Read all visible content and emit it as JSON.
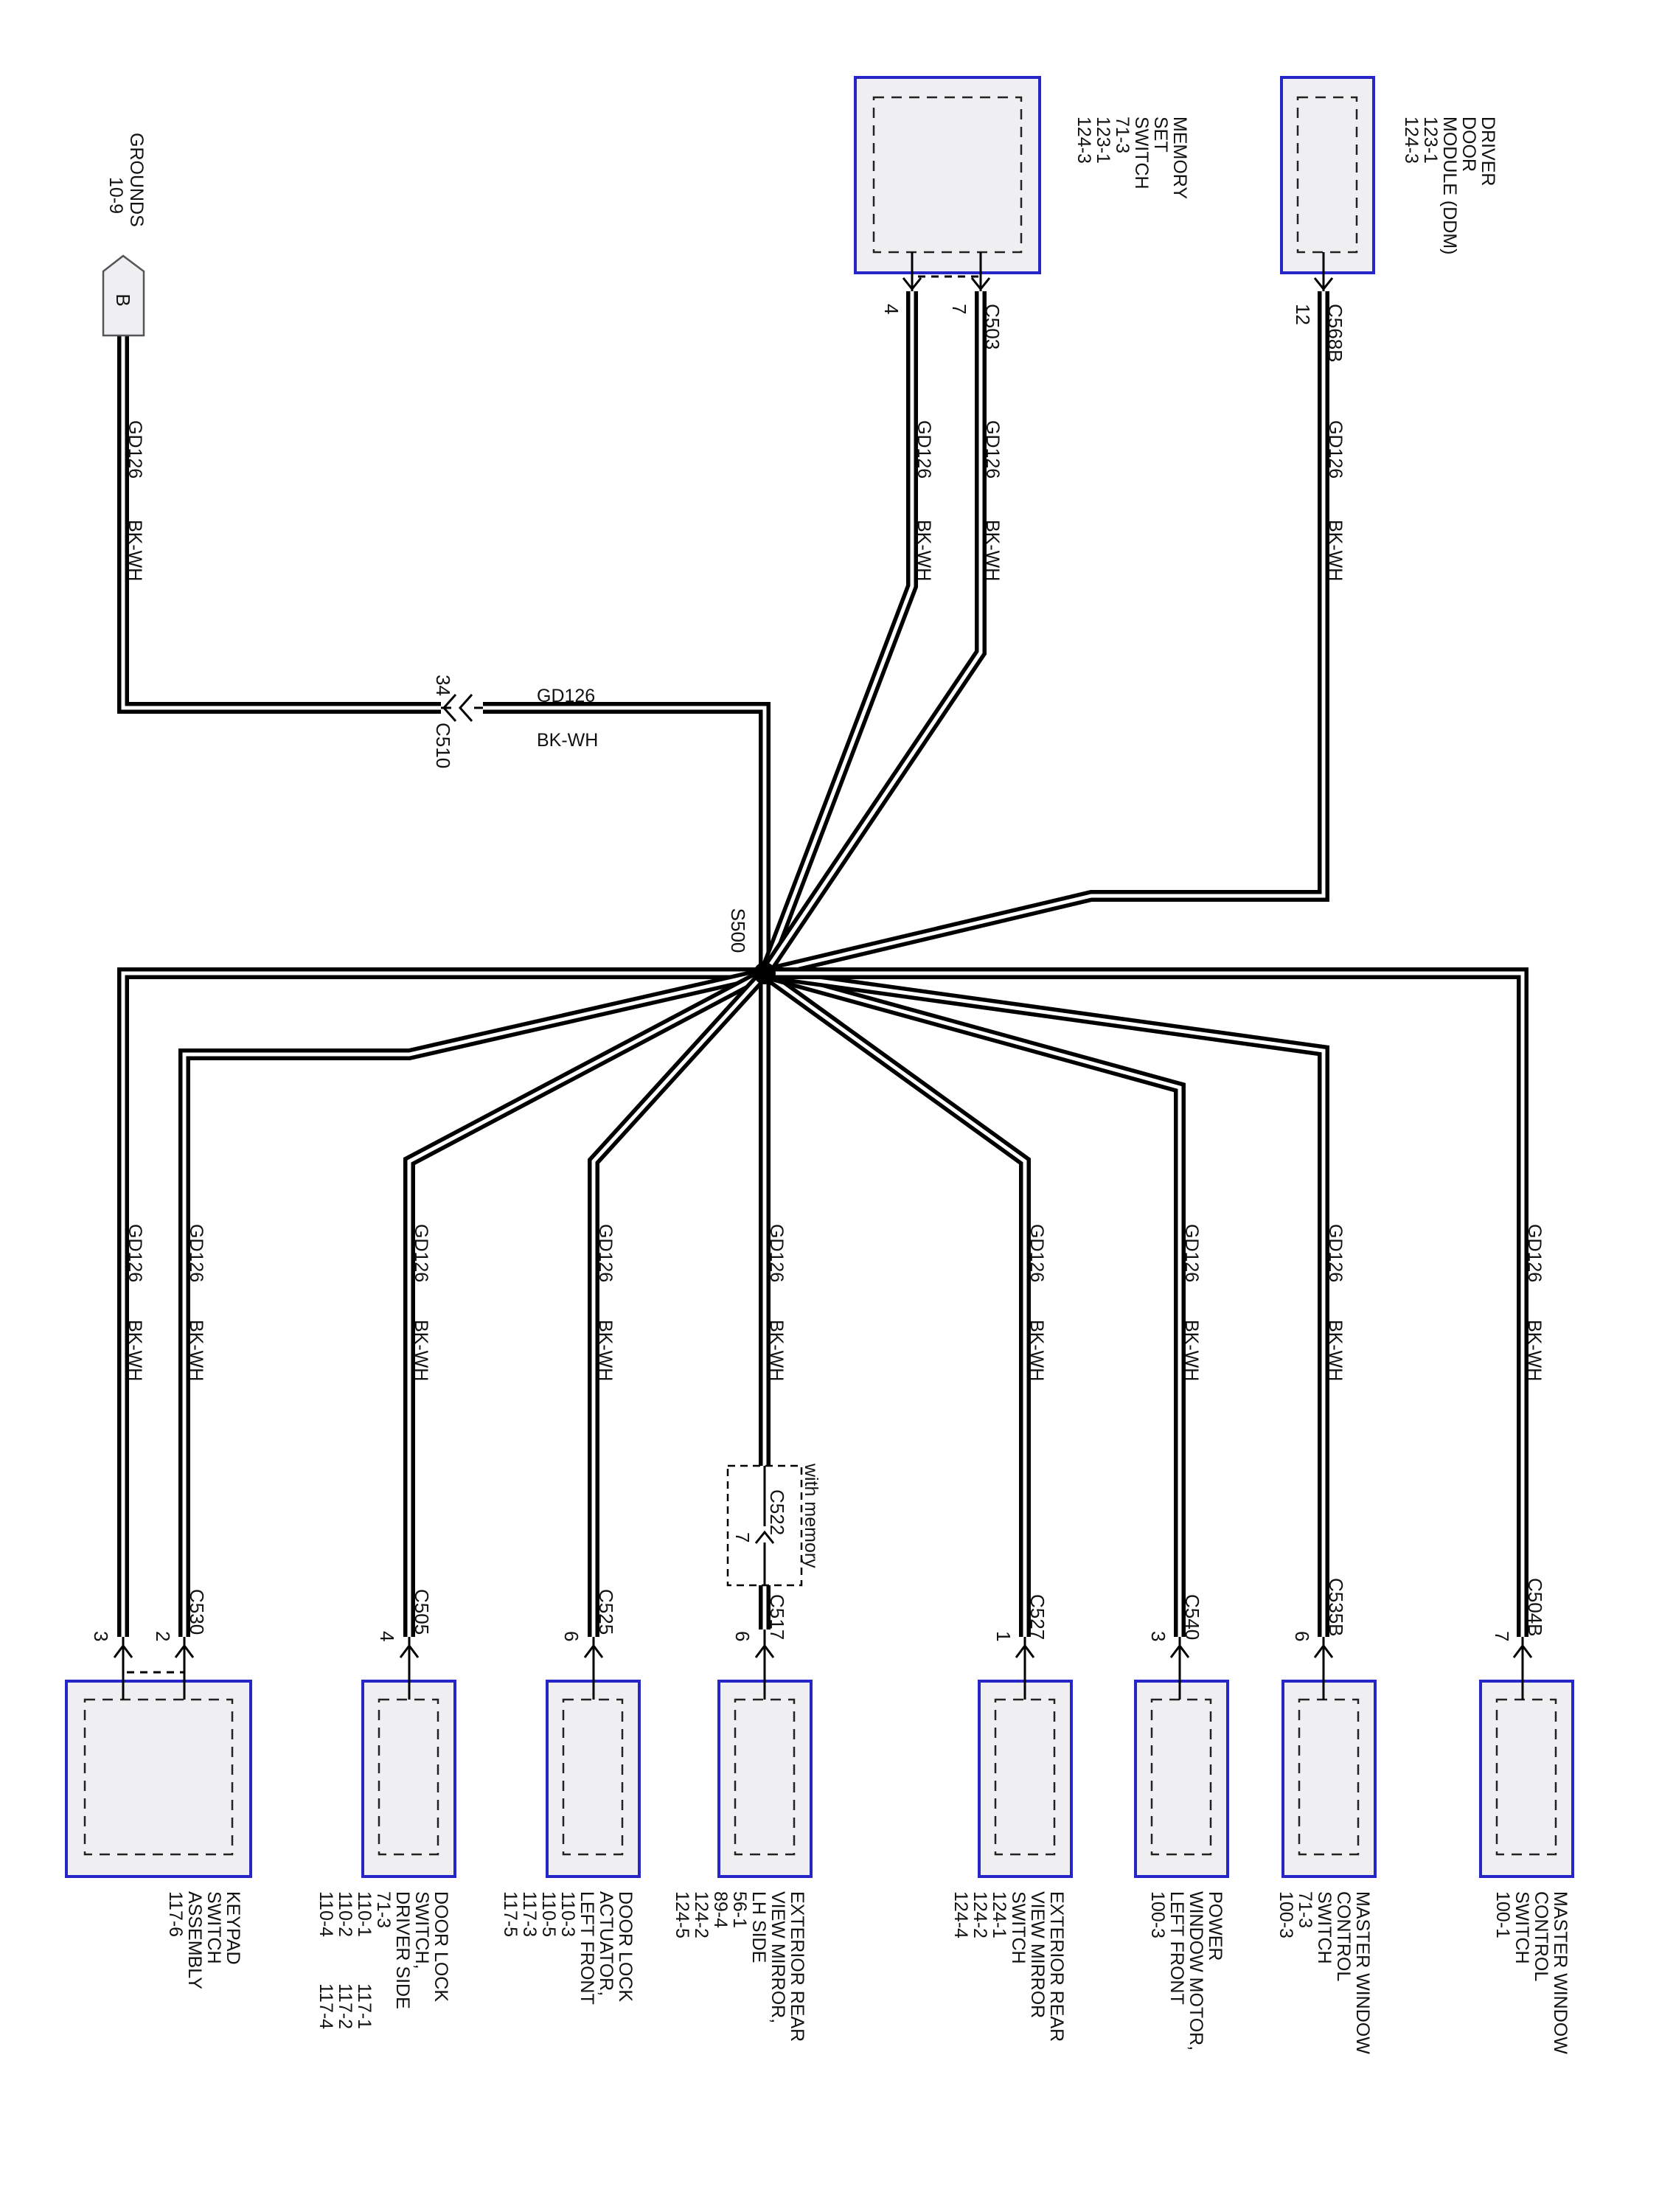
{
  "colors": {
    "wire": "#000000",
    "component_border": "#2525c8",
    "component_fill": "#efeff1"
  },
  "wire": {
    "circuit": "GD126",
    "color": "BK-WH"
  },
  "splice": {
    "name": "S500"
  },
  "ground": {
    "symbol": "B",
    "lines": [
      "GROUNDS",
      "10-9"
    ]
  },
  "inline_connector": {
    "name": "C510",
    "pin": "34"
  },
  "components": [
    {
      "id": "memory-set-switch",
      "lines": [
        "MEMORY",
        "SET",
        "SWITCH",
        "71-3",
        "123-1",
        "124-3"
      ],
      "connector": "C503",
      "pins": [
        "4",
        "7"
      ]
    },
    {
      "id": "driver-door-module",
      "lines": [
        "DRIVER",
        "DOOR",
        "MODULE (DDM)",
        "123-1",
        "124-3"
      ],
      "connector": "C568B",
      "pins": [
        "12"
      ]
    },
    {
      "id": "keypad-switch-assembly",
      "lines": [
        "KEYPAD",
        "SWITCH",
        "ASSEMBLY",
        "117-6"
      ],
      "connector": "C530",
      "pins": [
        "3",
        "2"
      ]
    },
    {
      "id": "door-lock-switch-driver-side",
      "lines": [
        "DOOR LOCK",
        "SWITCH,",
        "DRIVER SIDE",
        "71-3",
        "110-1",
        "110-2",
        "110-4"
      ],
      "lines2": [
        "117-1",
        "117-2",
        "117-4"
      ],
      "connector": "C505",
      "pins": [
        "4"
      ]
    },
    {
      "id": "door-lock-actuator-left-front",
      "lines": [
        "DOOR LOCK",
        "ACTUATOR,",
        "LEFT FRONT",
        "110-3",
        "110-5",
        "117-3",
        "117-5"
      ],
      "connector": "C525",
      "pins": [
        "6"
      ]
    },
    {
      "id": "exterior-rear-view-mirror-lh-side",
      "lines": [
        "EXTERIOR REAR",
        "VIEW MIRROR,",
        "LH SIDE",
        "56-1",
        "89-4",
        "124-2",
        "124-5"
      ],
      "connector": "C517",
      "pins": [
        "6"
      ],
      "extra_connector": {
        "name": "C522",
        "pin": "7",
        "note": "with memory"
      }
    },
    {
      "id": "exterior-rear-view-mirror-switch",
      "lines": [
        "EXTERIOR REAR",
        "VIEW MIRROR",
        "SWITCH",
        "124-1",
        "124-2",
        "124-4"
      ],
      "connector": "C527",
      "pins": [
        "1"
      ]
    },
    {
      "id": "power-window-motor-left-front",
      "lines": [
        "POWER",
        "WINDOW MOTOR,",
        "LEFT FRONT",
        "100-3"
      ],
      "connector": "C540",
      "pins": [
        "3"
      ]
    },
    {
      "id": "master-window-control-switch-a",
      "lines": [
        "MASTER WINDOW",
        "CONTROL",
        "SWITCH",
        "71-3",
        "100-3"
      ],
      "connector": "C535B",
      "pins": [
        "6"
      ]
    },
    {
      "id": "master-window-control-switch-b",
      "lines": [
        "MASTER WINDOW",
        "CONTROL",
        "SWITCH",
        "100-1"
      ],
      "connector": "C504B",
      "pins": [
        "7"
      ]
    }
  ]
}
